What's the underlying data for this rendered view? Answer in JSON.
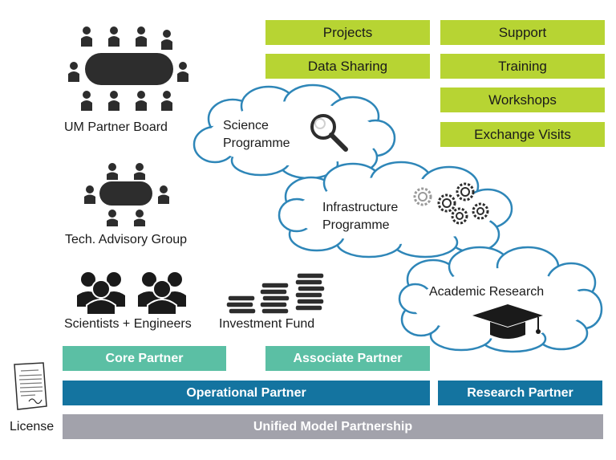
{
  "activities": {
    "projects": "Projects",
    "data_sharing": "Data Sharing",
    "support": "Support",
    "training": "Training",
    "workshops": "Workshops",
    "exchange_visits": "Exchange Visits"
  },
  "clouds": {
    "science": "Science\nProgramme",
    "infrastructure": "Infrastructure\nProgramme",
    "academic": "Academic Research"
  },
  "groups": {
    "partner_board": "UM Partner Board",
    "advisory_group": "Tech. Advisory Group",
    "scientists": "Scientists + Engineers",
    "investment_fund": "Investment Fund"
  },
  "partners": {
    "core": "Core Partner",
    "associate": "Associate Partner",
    "operational": "Operational Partner",
    "research": "Research Partner",
    "unified": "Unified Model Partnership"
  },
  "license_label": "License",
  "colors": {
    "green": "#b7d433",
    "teal": "#5bbfa4",
    "blue": "#1474a0",
    "grey": "#a2a2ab",
    "cloud_stroke": "#2e86b8",
    "icon": "#2d2d2d"
  }
}
